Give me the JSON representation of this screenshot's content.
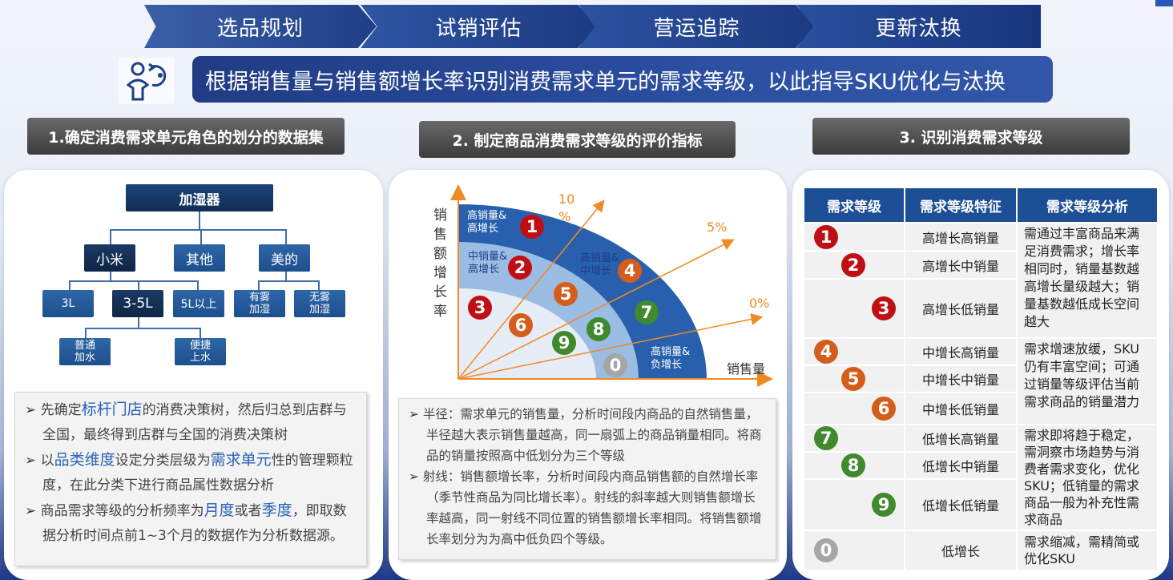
{
  "steps": [
    "选品规划",
    "试销评估",
    "营运追踪",
    "更新汰换"
  ],
  "banner": "根据销售量与销售额增长率识别消费需求单元的需求等级，以此指导SKU优化与汰换",
  "sections": {
    "s1_title": "1.确定消费需求单元角色的划分的数据集",
    "s2_title": "2. 制定商品消费需求等级的评价指标",
    "s3_title": "3. 识别消费需求等级"
  },
  "tree": {
    "root": "加湿器",
    "brands": [
      "小米",
      "其他",
      "美的"
    ],
    "capacity": [
      "3L",
      "3-5L",
      "5L以上"
    ],
    "mist": [
      "有雾\n加湿",
      "无雾\n加湿"
    ],
    "water": [
      "普通\n加水",
      "便捷\n上水"
    ]
  },
  "left_text": {
    "b1_pre": "先确定",
    "b1_hl": "标杆门店",
    "b1_post": "的消费决策树，然后归总到店群与全国，最终得到店群与全国的消费决策树",
    "b2_pre": "以",
    "b2_hl1": "品类维度",
    "b2_mid": "设定分类层级为",
    "b2_hl2": "需求单元",
    "b2_post": "性的管理颗粒度，在此分类下进行商品属性数据分析",
    "b3_pre": "商品需求等级的分析频率为",
    "b3_hl1": "月度",
    "b3_mid": "或者",
    "b3_hl2": "季度",
    "b3_post": "，即取数据分析时间点前1~3个月的数据作为分析数据源。"
  },
  "diagram": {
    "ylabel": "销\n售\n额\n增\n长\n率",
    "xlabel": "销售量",
    "ray_labels": [
      "10\n%",
      "5%",
      "0%"
    ],
    "zone_labels": [
      "高销量&\n高增长",
      "中销量&\n高增长",
      "高销量&\n中增长",
      "高销量&\n负增长"
    ],
    "numbers": [
      "1",
      "2",
      "3",
      "4",
      "5",
      "6",
      "7",
      "8",
      "9",
      "0"
    ]
  },
  "mid_text": {
    "t1": "半径：需求单元的销售量，分析时间段内商品的自然销售量，半径越大表示销售量越高，同一扇弧上的商品销量相同。将商品的销量按照高中低划分为三个等级",
    "t2": "射线：销售额增长率，分析时间段内商品销售额的自然增长率（季节性商品为同比增长率）。射线的斜率越大则销售额增长率越高，同一射线不同位置的销售额增长率相同。将销售额增长率划分为为高中低负四个等级。"
  },
  "table": {
    "headers": [
      "需求等级",
      "需求等级特征",
      "需求等级分析"
    ],
    "features": [
      "高增长高销量",
      "高增长中销量",
      "高增长低销量",
      "中增长高销量",
      "中增长中销量",
      "中增长低销量",
      "低增长高销量",
      "低增长中销量",
      "低增长低销量",
      "低增长"
    ],
    "analysis": [
      "需通过丰富商品来满足消费需求；增长率相同时，销量基数越高增长量级越大；销量基数越低成长空间越大",
      "需求增速放缓，SKU仍有丰富空间；可通过销量等级评估当前需求商品的销量潜力",
      "需求即将趋于稳定，需洞察市场趋势与消费者需求变化，优化SKU；低销量的需求商品一般为补充性需求商品",
      "需求缩减，需精简或优化SKU"
    ]
  },
  "colors": {
    "red": "#c00f14",
    "orange": "#d45d1c",
    "green": "#3f8a2c",
    "grey": "#a6a6a6",
    "navy": "#1d4f96"
  }
}
